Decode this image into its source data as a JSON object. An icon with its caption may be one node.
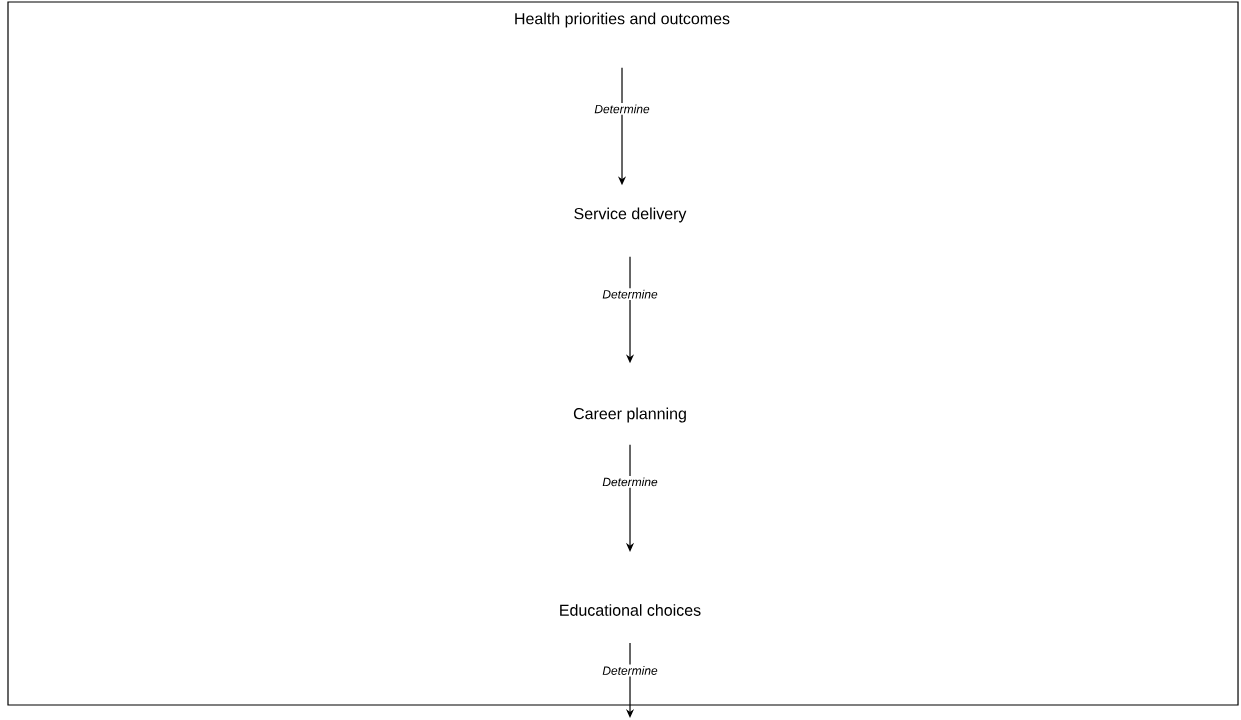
{
  "diagram": {
    "nodes": [
      {
        "text": [
          "Health priorities and outcomes"
        ]
      },
      {
        "text": [
          "Service delivery"
        ]
      },
      {
        "text": [
          "Career planning"
        ]
      },
      {
        "text": [
          "Educational choices"
        ]
      }
    ],
    "edges": [
      {
        "from": 0,
        "to": 1,
        "arrow": "to",
        "label": "Determine"
      },
      {
        "from": 1,
        "to": 2,
        "arrow": "to",
        "label": "Determine"
      },
      {
        "from": 2,
        "to": 3,
        "arrow": "to",
        "label": "Determine"
      },
      {
        "from": 3,
        "to": null,
        "arrow": "to",
        "label": "Determine"
      }
    ]
  }
}
